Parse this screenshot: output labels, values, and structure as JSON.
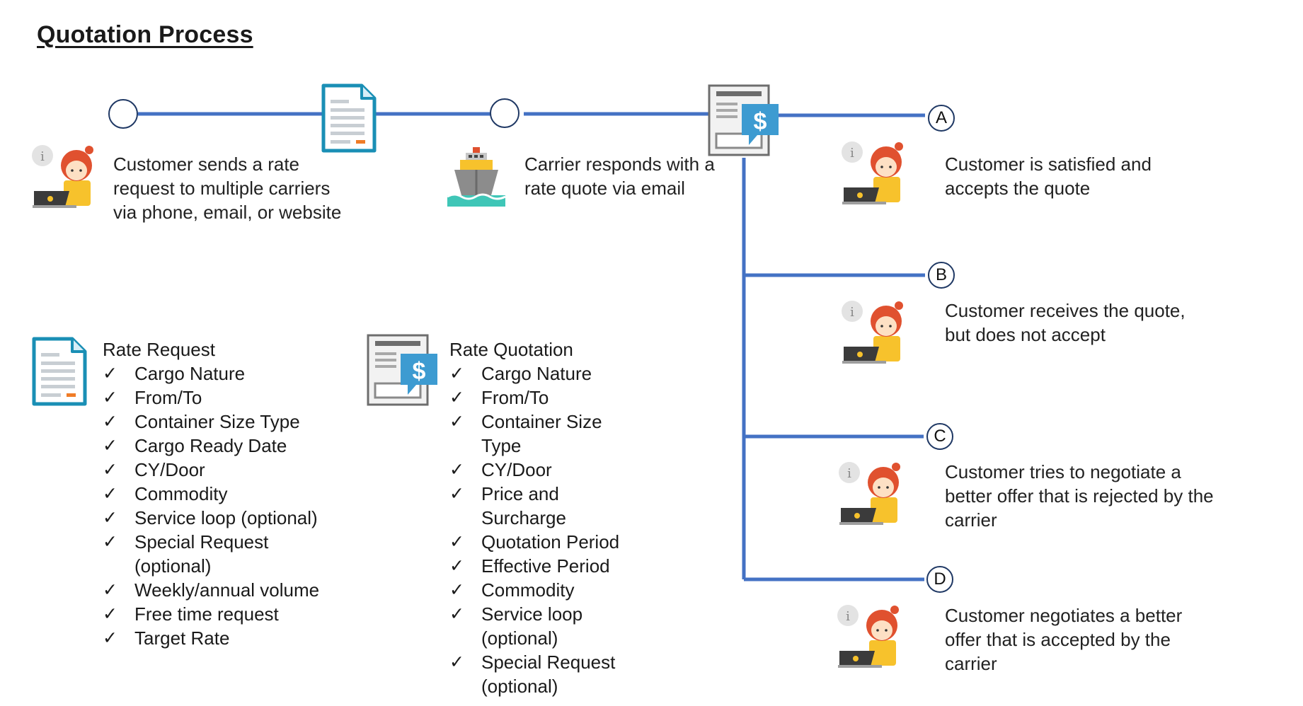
{
  "title": "Quotation Process",
  "colors": {
    "line": "#4472c4",
    "marker_border": "#1f3864",
    "doc_teal": "#1a8fb5",
    "dollar_blue": "#3d9bd1"
  },
  "steps": [
    {
      "text": "Customer sends a rate request to multiple carriers via phone, email, or website",
      "icon": "customer-icon"
    },
    {
      "text": "Carrier responds with a rate quote via email",
      "icon": "ship-icon"
    }
  ],
  "outcomes": [
    {
      "letter": "A",
      "text": "Customer is satisfied and accepts the quote"
    },
    {
      "letter": "B",
      "text": "Customer receives the quote, but does not accept"
    },
    {
      "letter": "C",
      "text": "Customer tries to negotiate a better offer that is rejected by the carrier"
    },
    {
      "letter": "D",
      "text": "Customer negotiates a better offer that is accepted by the carrier"
    }
  ],
  "rate_request": {
    "heading": "Rate Request",
    "items": [
      "Cargo Nature",
      "From/To",
      "Container Size Type",
      "Cargo Ready Date",
      "CY/Door",
      "Commodity",
      "Service loop (optional)",
      "Special Request (optional)",
      "Weekly/annual volume",
      "Free time request",
      "Target Rate"
    ]
  },
  "rate_quotation": {
    "heading": "Rate Quotation",
    "items": [
      "Cargo Nature",
      "From/To",
      "Container Size Type",
      "CY/Door",
      "Price and Surcharge",
      "Quotation Period",
      "Effective Period",
      "Commodity",
      "Service loop (optional)",
      "Special Request (optional)"
    ]
  },
  "check_mark": "✓"
}
